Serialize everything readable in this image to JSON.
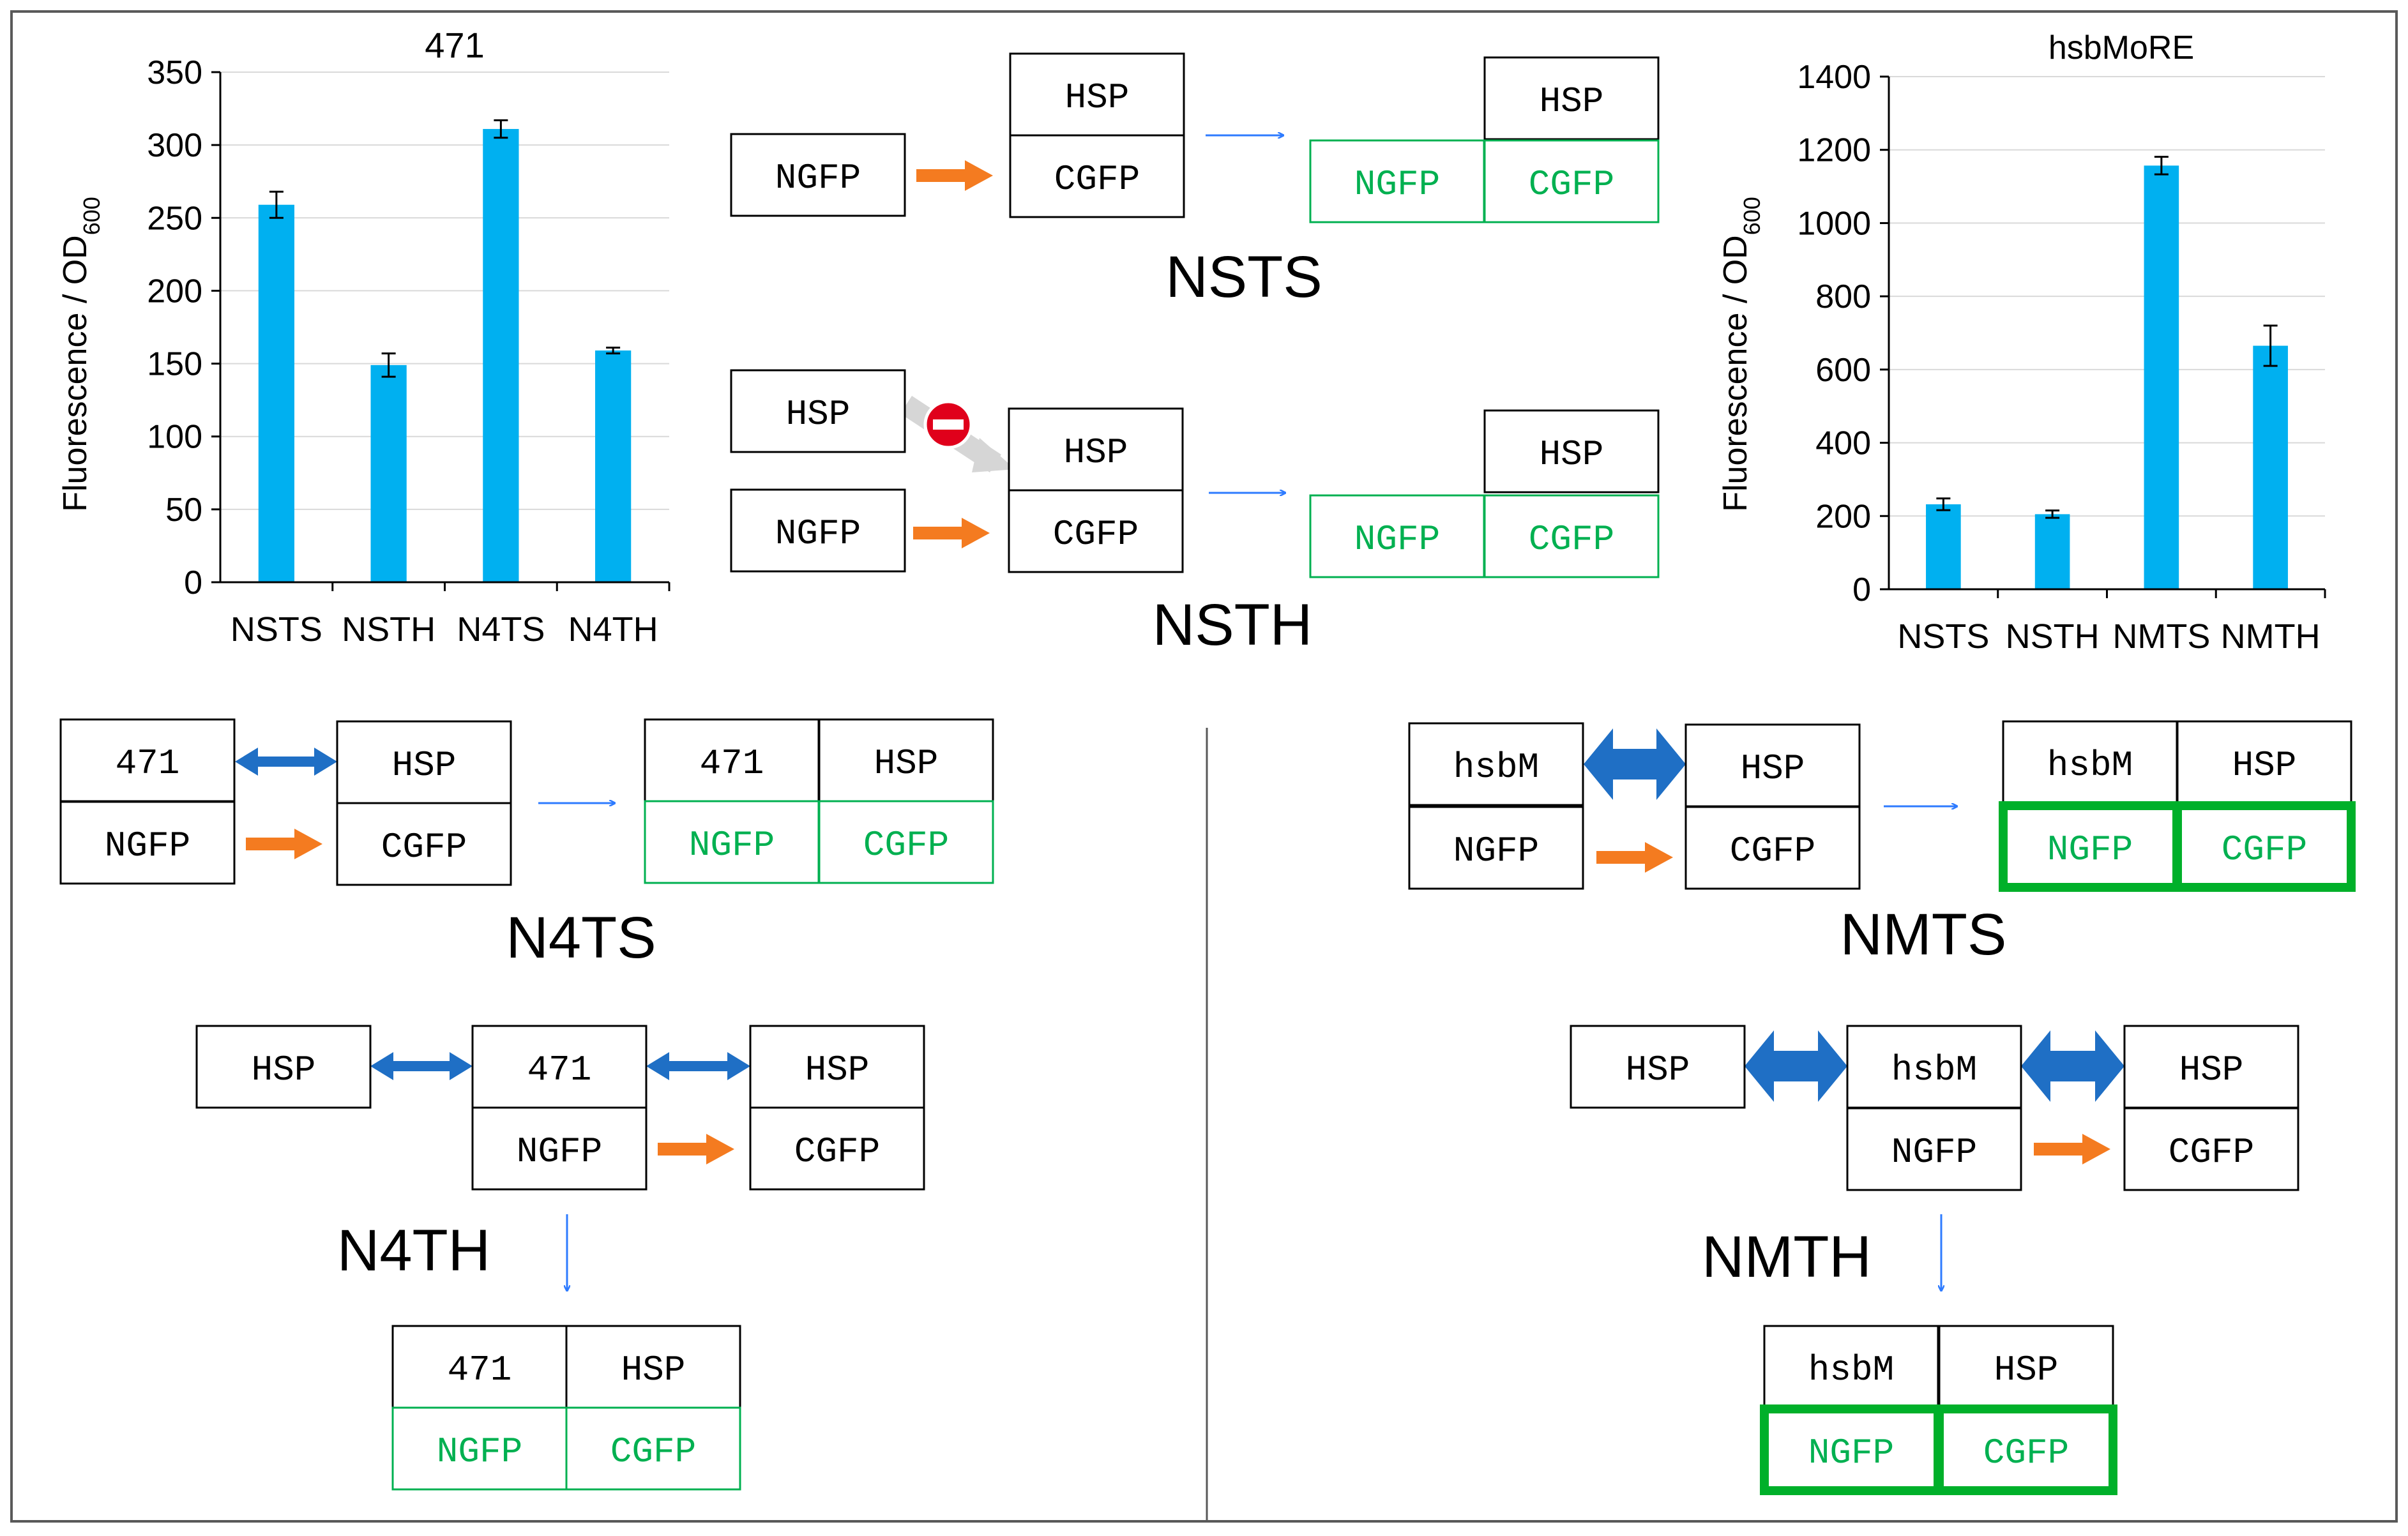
{
  "colors": {
    "bar": "#00B0F0",
    "green_text": "#00B050",
    "green_box": "#00B050",
    "strong_green": "#00B02A",
    "orange_arrow": "#F47B20",
    "blue_arrow": "#1F6FC5",
    "thin_blue_arrow": "#2E7BFF",
    "stop_red": "#E0001B"
  },
  "chart_data": [
    {
      "type": "bar",
      "title": "471",
      "ylabel": "Fluorescence  / OD",
      "ylabel_sub": "600",
      "categories": [
        "NSTS",
        "NSTH",
        "N4TS",
        "N4TH"
      ],
      "values": [
        259,
        149,
        311,
        159
      ],
      "errors": [
        9,
        8,
        6,
        2
      ],
      "ylim": [
        0,
        350
      ],
      "yticks": [
        "0",
        "50",
        "100",
        "150",
        "200",
        "250",
        "300",
        "350"
      ],
      "grid": true,
      "legend": "none"
    },
    {
      "type": "bar",
      "title": "hsbMoRE",
      "ylabel": "Fluorescence  / OD",
      "ylabel_sub": "600",
      "categories": [
        "NSTS",
        "NSTH",
        "NMTS",
        "NMTH"
      ],
      "values": [
        232,
        205,
        1157,
        665
      ],
      "errors": [
        16,
        10,
        24,
        55
      ],
      "ylim": [
        0,
        1400
      ],
      "yticks": [
        "0",
        "200",
        "400",
        "600",
        "800",
        "1000",
        "1200",
        "1400"
      ],
      "grid": true,
      "legend": "none"
    }
  ],
  "boxes": {
    "ngfp": "NGFP",
    "cgfp": "CGFP",
    "hsp": "HSP",
    "n471": "471",
    "hsbm": "hsbM"
  },
  "schemes": {
    "nsts": "NSTS",
    "nsth": "NSTH",
    "n4ts": "N4TS",
    "n4th": "N4TH",
    "nmts": "NMTS",
    "nmth": "NMTH"
  }
}
